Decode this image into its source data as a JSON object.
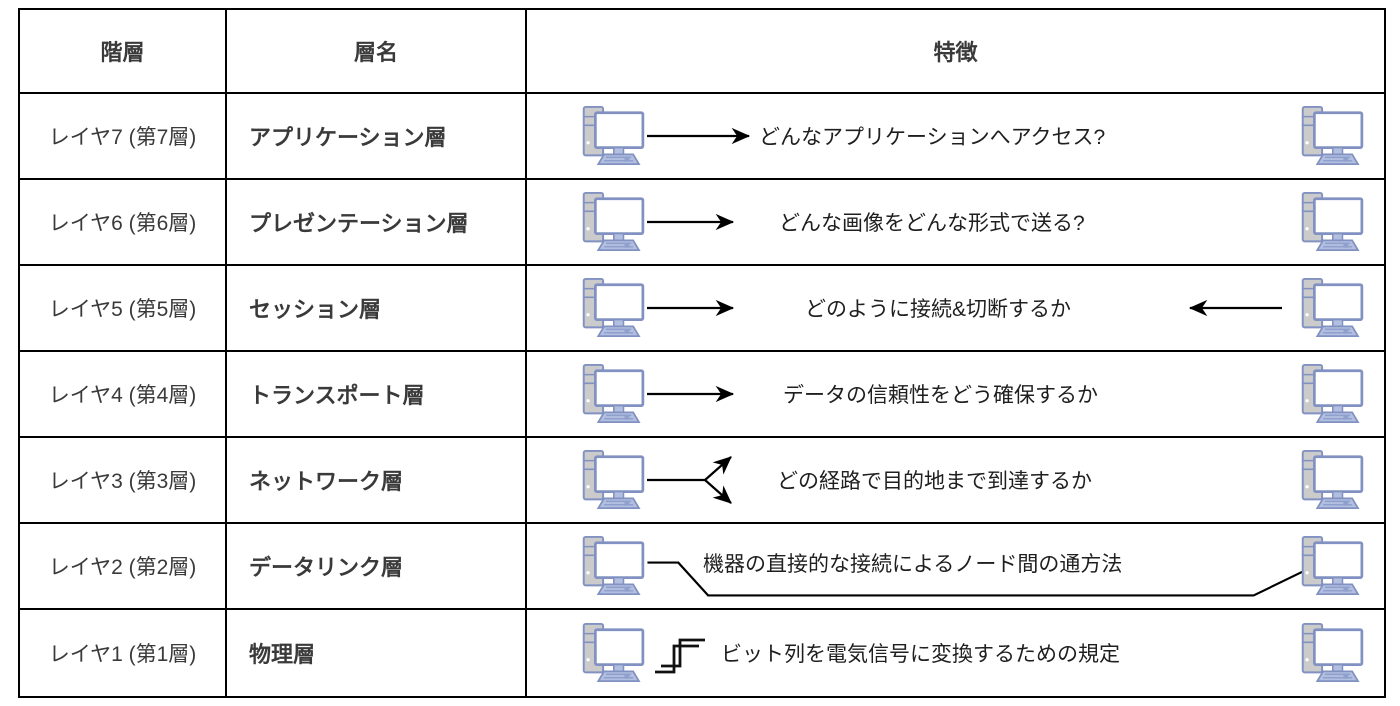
{
  "table": {
    "headers": [
      {
        "label": "階層"
      },
      {
        "label": "層名"
      },
      {
        "label": "特徴"
      }
    ],
    "rows": [
      {
        "layer": "レイヤ7 (第7層)",
        "name": "アプリケーション層",
        "feature": "どんなアプリケーションへアクセス?",
        "connector": "arrow-right-icon"
      },
      {
        "layer": "レイヤ6 (第6層)",
        "name": "プレゼンテーション層",
        "feature": "どんな画像をどんな形式で送る?",
        "connector": "arrow-right-icon"
      },
      {
        "layer": "レイヤ5 (第5層)",
        "name": "セッション層",
        "feature": "どのように接続&切断するか",
        "connector": "arrow-right-and-arrow-left-icons"
      },
      {
        "layer": "レイヤ4 (第4層)",
        "name": "トランスポート層",
        "feature": "データの信頼性をどう確保するか",
        "connector": "arrow-right-icon"
      },
      {
        "layer": "レイヤ3 (第3層)",
        "name": "ネットワーク層",
        "feature": "どの経路で目的地まで到達するか",
        "connector": "fork-arrow-icon"
      },
      {
        "layer": "レイヤ2 (第2層)",
        "name": "データリンク層",
        "feature": "機器の直接的な接続によるノード間の通方法",
        "connector": "link-line-icon"
      },
      {
        "layer": "レイヤ1 (第1層)",
        "name": "物理層",
        "feature": "ビット列を電気信号に変換するための規定",
        "connector": "square-wave-icon"
      }
    ],
    "endpoint_icon": "computer-icon",
    "colors": {
      "border": "#000000",
      "header_text": "#3a3a3a",
      "body_text": "#3a3a3a",
      "feature_text": "#1f1f1f",
      "pc_outline": "#8191c1",
      "pc_tower": "#cbcbcb",
      "pc_screen": "#ffffff",
      "pc_keyboard": "#b3bfe0",
      "pc_keys": "#8fa0cc"
    }
  }
}
